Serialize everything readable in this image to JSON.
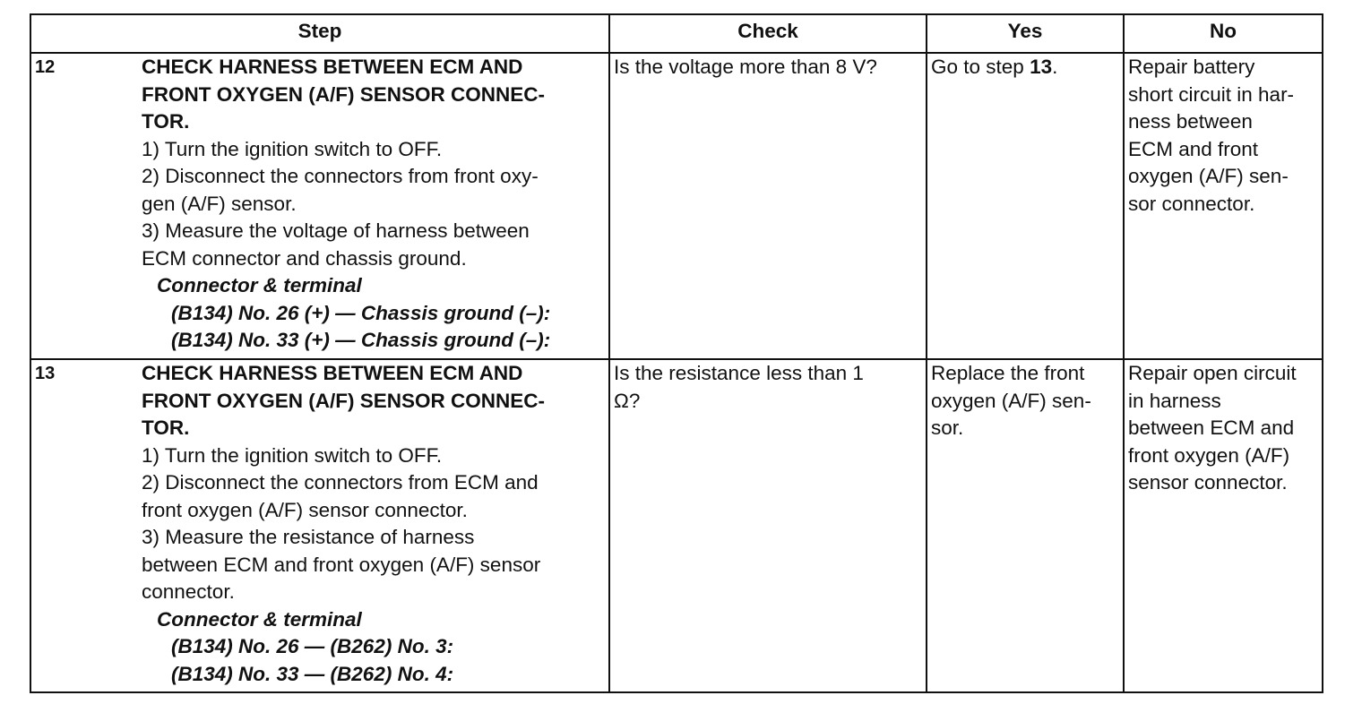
{
  "headers": {
    "step": "Step",
    "check": "Check",
    "yes": "Yes",
    "no": "No"
  },
  "rows": [
    {
      "number": "12",
      "title_lines": [
        "CHECK HARNESS BETWEEN ECM AND",
        "FRONT OXYGEN (A/F) SENSOR CONNEC-",
        "TOR."
      ],
      "instruction_lines": [
        "1)  Turn the ignition switch to OFF.",
        "2)  Disconnect the connectors from front oxy-",
        "gen (A/F) sensor.",
        "3)  Measure the voltage of harness between",
        "ECM connector and chassis ground."
      ],
      "connector_heading": "Connector & terminal",
      "connector_lines": [
        "(B134) No. 26 (+) — Chassis ground (–):",
        "(B134) No. 33 (+) — Chassis ground (–):"
      ],
      "check": "Is the voltage more than 8 V?",
      "yes_prefix": "Go to step ",
      "yes_bold": "13",
      "yes_suffix": ".",
      "no_lines": [
        "Repair battery",
        "short circuit in har-",
        "ness between",
        "ECM and front",
        "oxygen (A/F) sen-",
        "sor connector."
      ]
    },
    {
      "number": "13",
      "title_lines": [
        "CHECK HARNESS BETWEEN ECM AND",
        "FRONT OXYGEN (A/F) SENSOR CONNEC-",
        "TOR."
      ],
      "instruction_lines": [
        "1)  Turn the ignition switch to OFF.",
        "2)  Disconnect the connectors from ECM and",
        "front oxygen (A/F) sensor connector.",
        "3)  Measure the resistance of harness",
        "between ECM and front oxygen (A/F) sensor",
        "connector."
      ],
      "connector_heading": "Connector & terminal",
      "connector_lines": [
        "(B134) No. 26 — (B262) No. 3:",
        "(B134) No. 33 — (B262) No. 4:"
      ],
      "check_lines": [
        "Is the resistance less than 1",
        "Ω?"
      ],
      "yes_lines": [
        "Replace the front",
        "oxygen (A/F) sen-",
        "sor."
      ],
      "no_lines": [
        "Repair open circuit",
        "in harness",
        "between ECM and",
        "front oxygen (A/F)",
        "sensor connector."
      ]
    }
  ]
}
